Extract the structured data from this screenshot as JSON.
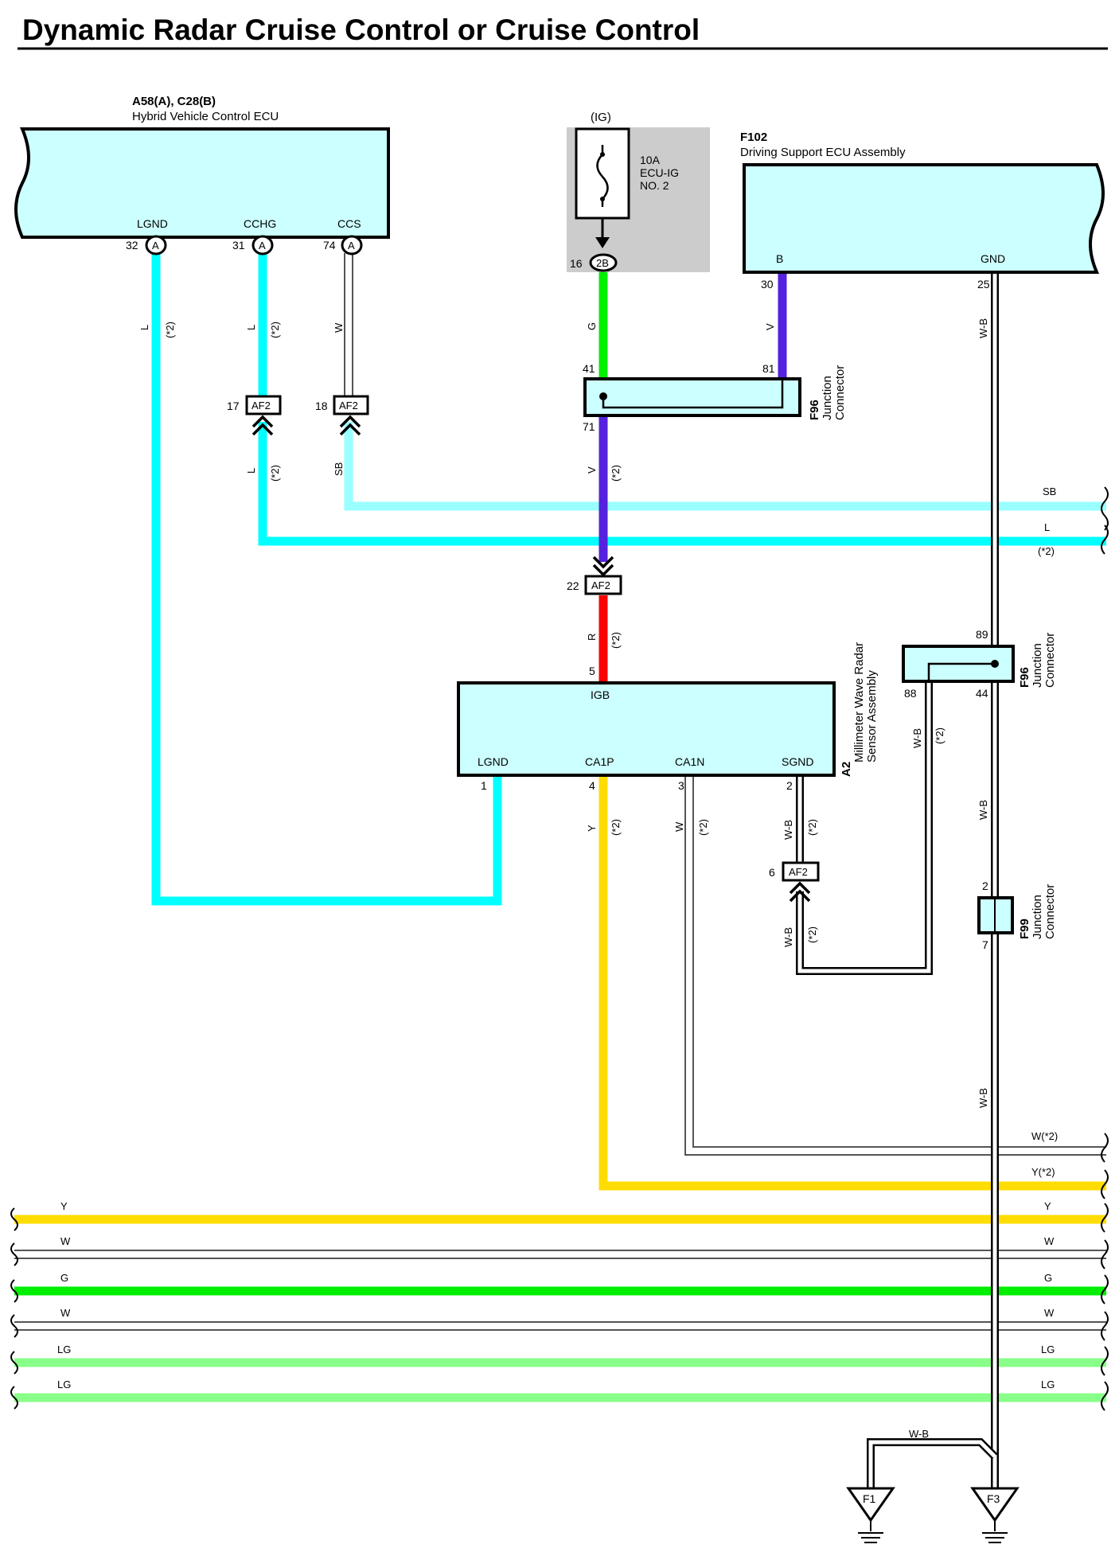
{
  "title": "Dynamic Radar Cruise Control or Cruise Control",
  "components": {
    "hv_ecu": {
      "id": "A58(A), C28(B)",
      "name": "Hybrid Vehicle Control ECU",
      "pins": [
        "LGND",
        "CCHG",
        "CCS"
      ],
      "pin_nums": [
        "32",
        "31",
        "74"
      ],
      "conn": "A"
    },
    "fuse": {
      "group": "(IG)",
      "rating": "10A",
      "name_l1": "ECU-IG",
      "name_l2": "NO. 2",
      "pin_num": "16",
      "conn": "2B"
    },
    "dsecu": {
      "id": "F102",
      "name": "Driving Support ECU Assembly",
      "pins": [
        "B",
        "GND"
      ],
      "pin_nums": [
        "30",
        "25"
      ]
    },
    "jc_f96a": {
      "id": "F96",
      "name_l1": "Junction",
      "name_l2": "Connector",
      "pins": [
        "41",
        "81",
        "71"
      ]
    },
    "jc_f96b": {
      "id": "F96",
      "name_l1": "Junction",
      "name_l2": "Connector",
      "pins": [
        "89",
        "88",
        "44"
      ]
    },
    "jc_f99": {
      "id": "F99",
      "name_l1": "Junction",
      "name_l2": "Connector",
      "pins": [
        "2",
        "7"
      ]
    },
    "radar": {
      "id": "A2",
      "name_l1": "Millimeter Wave Radar",
      "name_l2": "Sensor Assembly",
      "pins": [
        "IGB",
        "LGND",
        "CA1P",
        "CA1N",
        "SGND"
      ],
      "pin_nums": [
        "5",
        "1",
        "4",
        "3",
        "2"
      ]
    }
  },
  "connectors": {
    "af2": "AF2",
    "af2_pins": [
      "17",
      "18",
      "22",
      "6"
    ]
  },
  "wire_labels": {
    "L": "L",
    "W": "W",
    "G": "G",
    "V": "V",
    "R": "R",
    "Y": "Y",
    "SB": "SB",
    "WB": "W-B",
    "LG": "LG",
    "note": "(*2)",
    "w_note": "W(*2)",
    "y_note": "Y(*2)"
  },
  "grounds": [
    "F1",
    "F3"
  ],
  "colors": {
    "L": "#00ffff",
    "SB": "#99ffff",
    "G": "#00ee00",
    "V": "#5522dd",
    "R": "#ff0000",
    "Y": "#ffdd00",
    "LG": "#88ff88",
    "W": "#ffffff",
    "box": "#ccffff",
    "fuse_bg": "#cccccc"
  }
}
